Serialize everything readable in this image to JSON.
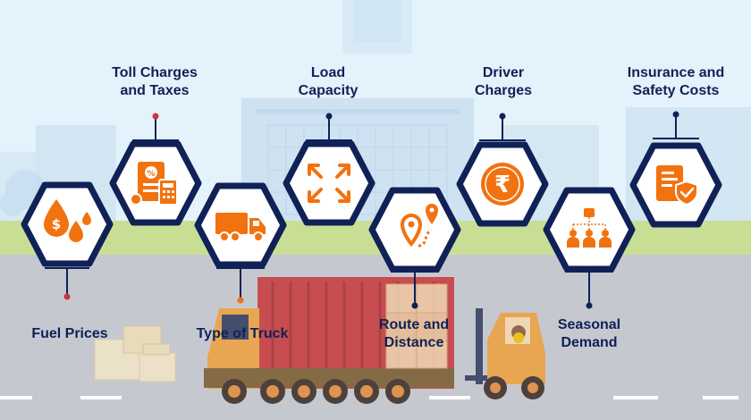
{
  "colors": {
    "navy": "#0f2156",
    "orange": "#f2720f",
    "sky": "#dff0fa",
    "grass": "#c8dd93",
    "road": "#c7c9d1",
    "container": "#c9383a"
  },
  "factors": [
    {
      "id": "fuel",
      "label": "Fuel Prices",
      "icon": "fuel-drops-rupee-icon"
    },
    {
      "id": "toll",
      "label": "Toll Charges\nand Taxes",
      "icon": "toll-receipt-calculator-icon"
    },
    {
      "id": "truck",
      "label": "Type of Truck",
      "icon": "truck-icon"
    },
    {
      "id": "load",
      "label": "Load\nCapacity",
      "icon": "expand-arrows-icon"
    },
    {
      "id": "route",
      "label": "Route and\nDistance",
      "icon": "route-pins-icon"
    },
    {
      "id": "driver",
      "label": "Driver\nCharges",
      "icon": "rupee-coin-icon"
    },
    {
      "id": "season",
      "label": "Seasonal\nDemand",
      "icon": "people-network-icon"
    },
    {
      "id": "insurance",
      "label": "Insurance and\nSafety Costs",
      "icon": "shield-document-icon"
    }
  ]
}
